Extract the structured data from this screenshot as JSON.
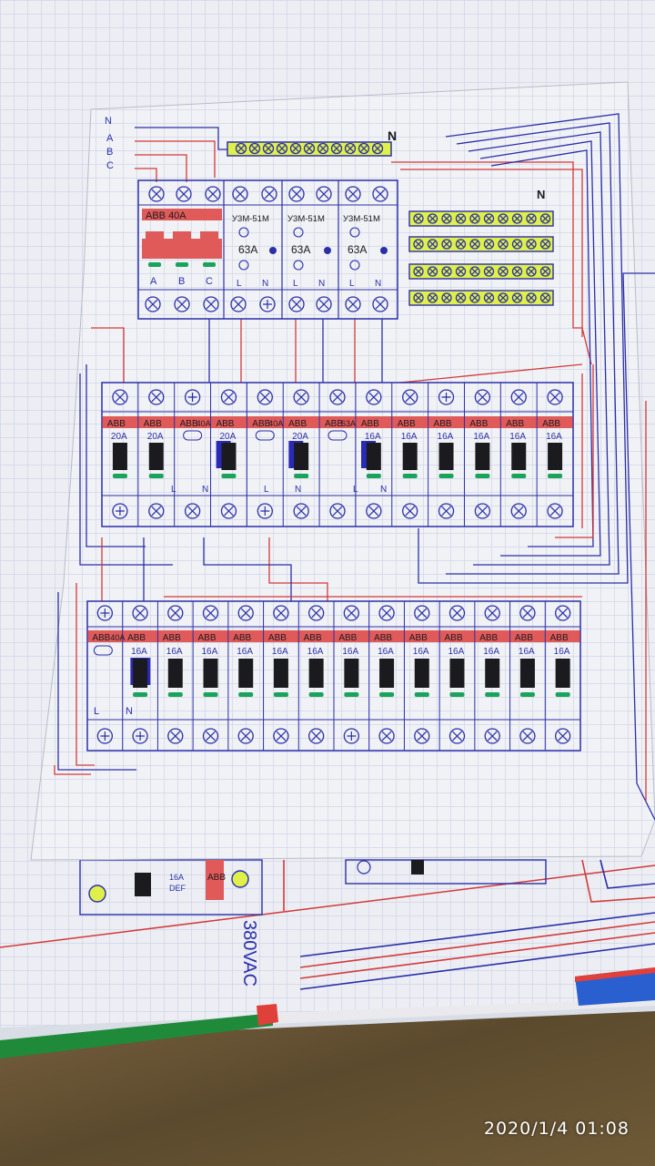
{
  "photo": {
    "timestamp": "2020/1/4  01:08",
    "vertical_label": "380VAC"
  },
  "colors": {
    "paper": "#eef0f2",
    "grid": "#c4cbe3",
    "ink_blue": "#2b2fa8",
    "ink_red": "#d23a3a",
    "highlight_red": "#e05a5a",
    "neutral_yellow": "#dff04a",
    "breaker_black": "#1b1b1f",
    "breaker_blue": "#2a2ab8",
    "mark_green": "#1aa35a",
    "wood": "#6b5838"
  },
  "inputs": {
    "labels": [
      "N",
      "A",
      "B",
      "C"
    ]
  },
  "neutral_bar_label": "N",
  "terminal_block_label": "N",
  "top_row": {
    "main_breaker": {
      "brand_label": "ABB 40A",
      "phase_labels": [
        "A",
        "B",
        "C"
      ]
    },
    "relays": [
      {
        "model": "У3М-51М",
        "rating": "63A",
        "l": "L",
        "n": "N"
      },
      {
        "model": "У3М-51М",
        "rating": "63A",
        "l": "L",
        "n": "N"
      },
      {
        "model": "У3М-51М",
        "rating": "63A",
        "l": "L",
        "n": "N"
      }
    ]
  },
  "middle_row": {
    "breakers": [
      {
        "brand": "ABB",
        "rating": "20A",
        "kind": "breaker"
      },
      {
        "brand": "ABB",
        "rating": "20A",
        "kind": "breaker"
      },
      {
        "brand": "ABB",
        "rating": "40A",
        "kind": "rcd"
      },
      {
        "brand": "ABB",
        "rating": "20A",
        "kind": "breaker"
      },
      {
        "brand": "ABB",
        "rating": "40A",
        "kind": "rcd"
      },
      {
        "brand": "ABB",
        "rating": "20A",
        "kind": "breaker"
      },
      {
        "brand": "ABB",
        "rating": "63A",
        "kind": "rcd"
      },
      {
        "brand": "ABB",
        "rating": "16A",
        "kind": "breaker"
      },
      {
        "brand": "ABB",
        "rating": "16A",
        "kind": "breaker"
      },
      {
        "brand": "ABB",
        "rating": "16A",
        "kind": "breaker"
      },
      {
        "brand": "ABB",
        "rating": "16A",
        "kind": "breaker"
      },
      {
        "brand": "ABB",
        "rating": "16A",
        "kind": "breaker"
      },
      {
        "brand": "ABB",
        "rating": "16A",
        "kind": "breaker"
      }
    ],
    "ln_labels": [
      "L",
      "N",
      "L",
      "N",
      "L",
      "N"
    ]
  },
  "bottom_row": {
    "breakers": [
      {
        "brand": "ABB",
        "rating": "40A",
        "kind": "rcd"
      },
      {
        "brand": "ABB",
        "rating": "16A",
        "kind": "breaker"
      },
      {
        "brand": "ABB",
        "rating": "16A",
        "kind": "breaker"
      },
      {
        "brand": "ABB",
        "rating": "16A",
        "kind": "breaker"
      },
      {
        "brand": "ABB",
        "rating": "16A",
        "kind": "breaker"
      },
      {
        "brand": "ABB",
        "rating": "16A",
        "kind": "breaker"
      },
      {
        "brand": "ABB",
        "rating": "16A",
        "kind": "breaker"
      },
      {
        "brand": "ABB",
        "rating": "16A",
        "kind": "breaker"
      },
      {
        "brand": "ABB",
        "rating": "16A",
        "kind": "breaker"
      },
      {
        "brand": "ABB",
        "rating": "16A",
        "kind": "breaker"
      },
      {
        "brand": "ABB",
        "rating": "16A",
        "kind": "breaker"
      },
      {
        "brand": "ABB",
        "rating": "16A",
        "kind": "breaker"
      },
      {
        "brand": "ABB",
        "rating": "16A",
        "kind": "breaker"
      },
      {
        "brand": "ABB",
        "rating": "16A",
        "kind": "breaker"
      }
    ],
    "ln_labels": [
      "L",
      "N"
    ]
  },
  "background_sheet": {
    "labels": [
      "ABB",
      "16A",
      "DEF"
    ]
  }
}
